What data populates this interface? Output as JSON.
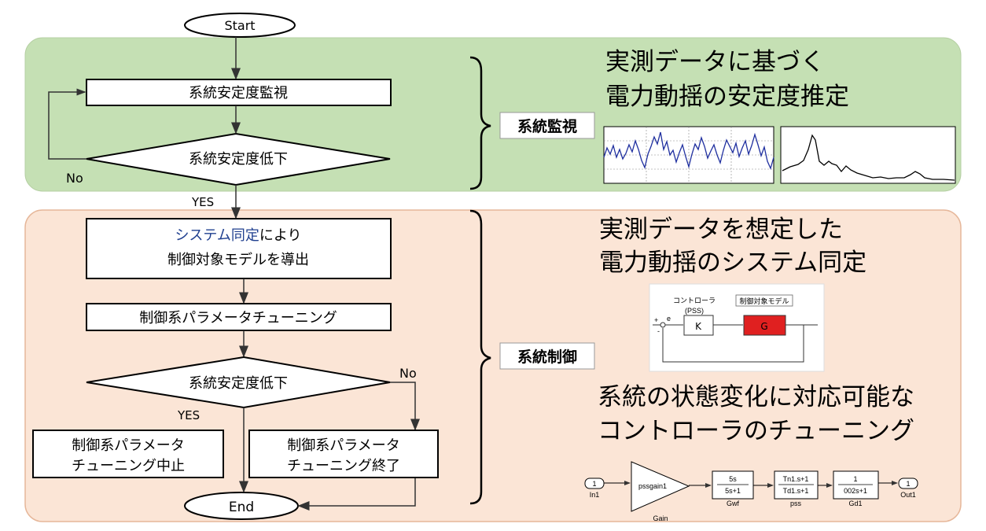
{
  "flow": {
    "start": "Start",
    "end": "End",
    "monitor": "系統安定度監視",
    "decision1": "系統安定度低下",
    "no1": "No",
    "yes1": "YES",
    "sysid_highlight": "システム同定",
    "sysid_rest": "により",
    "sysid_line2": "制御対象モデルを導出",
    "tuning": "制御系パラメータチューニング",
    "decision2": "系統安定度低下",
    "no2": "No",
    "yes2": "YES",
    "stop_line1": "制御系パラメータ",
    "stop_line2": "チューニング中止",
    "done_line1": "制御系パラメータ",
    "done_line2": "チューニング終了"
  },
  "sections": {
    "monitoring_label": "系統監視",
    "control_label": "系統制御"
  },
  "text": {
    "monitor_l1": "実測データに基づく",
    "monitor_l2": "電力動揺の安定度推定",
    "sysid_l1": "実測データを想定した",
    "sysid_l2": "電力動揺のシステム同定",
    "tune_l1": "系統の状態変化に対応可能な",
    "tune_l2": "コントローラのチューニング"
  },
  "control_loop": {
    "controller_label": "コントローラ",
    "controller_sub": "(PSS)",
    "plant_label": "制御対象モデル",
    "k": "K",
    "g": "G",
    "e": "e",
    "plus": "+",
    "minus": "-"
  },
  "simulink": {
    "in_num": "1",
    "in_label": "In1",
    "gain_text": "pssgain1",
    "gain_label": "Gain",
    "gwf_num": "5s",
    "gwf_den": "5s+1",
    "gwf_label": "Gwf",
    "pss_num": "Tn1.s+1",
    "pss_den": "Td1.s+1",
    "pss_label": "pss",
    "gd_num": "1",
    "gd_den": "002s+1",
    "gd_label": "Gd1",
    "out_num": "1",
    "out_label": "Out1"
  },
  "colors": {
    "green_bg": "#c5e0b4",
    "peach_bg": "#fbe5d6",
    "red_label": "#c00000",
    "blue_text": "#1f3f8f",
    "plant_red": "#e02020",
    "wave_blue": "#1f2f9f"
  }
}
